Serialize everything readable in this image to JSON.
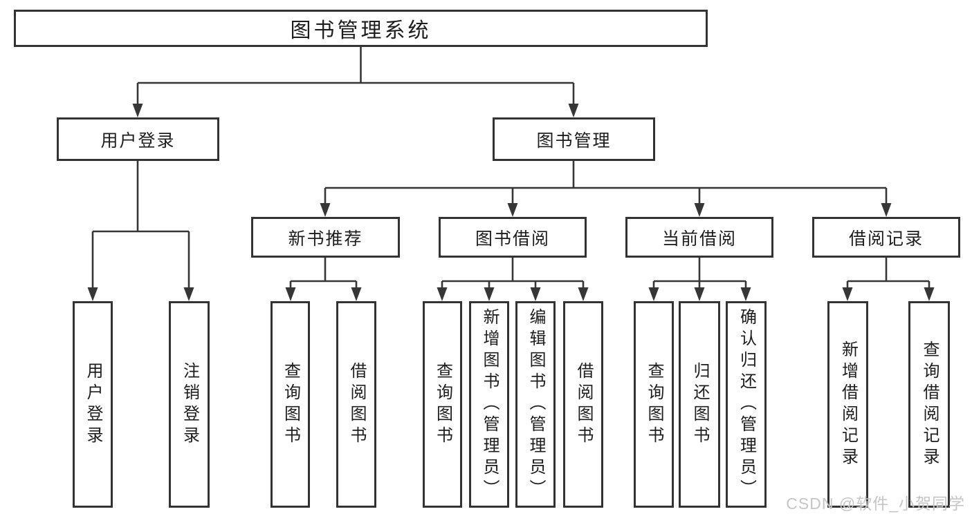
{
  "colors": {
    "line": "#363636",
    "box_border": "#333333",
    "text": "#1d1d1d",
    "watermark": "#c6c6c6",
    "background": "#ffffff"
  },
  "watermark": {
    "text": "CSDN @软件_小贺同学"
  },
  "tree": {
    "label": "图书管理系统",
    "children": [
      {
        "label": "用户登录",
        "children": [
          {
            "label": "用户登录"
          },
          {
            "label": "注销登录"
          }
        ]
      },
      {
        "label": "图书管理",
        "children": [
          {
            "label": "新书推荐",
            "children": [
              {
                "label": "查询图书"
              },
              {
                "label": "借阅图书"
              }
            ]
          },
          {
            "label": "图书借阅",
            "children": [
              {
                "label": "查询图书"
              },
              {
                "label": "新增图书（管理员）"
              },
              {
                "label": "编辑图书（管理员）"
              },
              {
                "label": "借阅图书"
              }
            ]
          },
          {
            "label": "当前借阅",
            "children": [
              {
                "label": "查询图书"
              },
              {
                "label": "归还图书"
              },
              {
                "label": "确认归还（管理员）"
              }
            ]
          },
          {
            "label": "借阅记录",
            "children": [
              {
                "label": "新增借阅记录"
              },
              {
                "label": "查询借阅记录"
              }
            ]
          }
        ]
      }
    ]
  }
}
